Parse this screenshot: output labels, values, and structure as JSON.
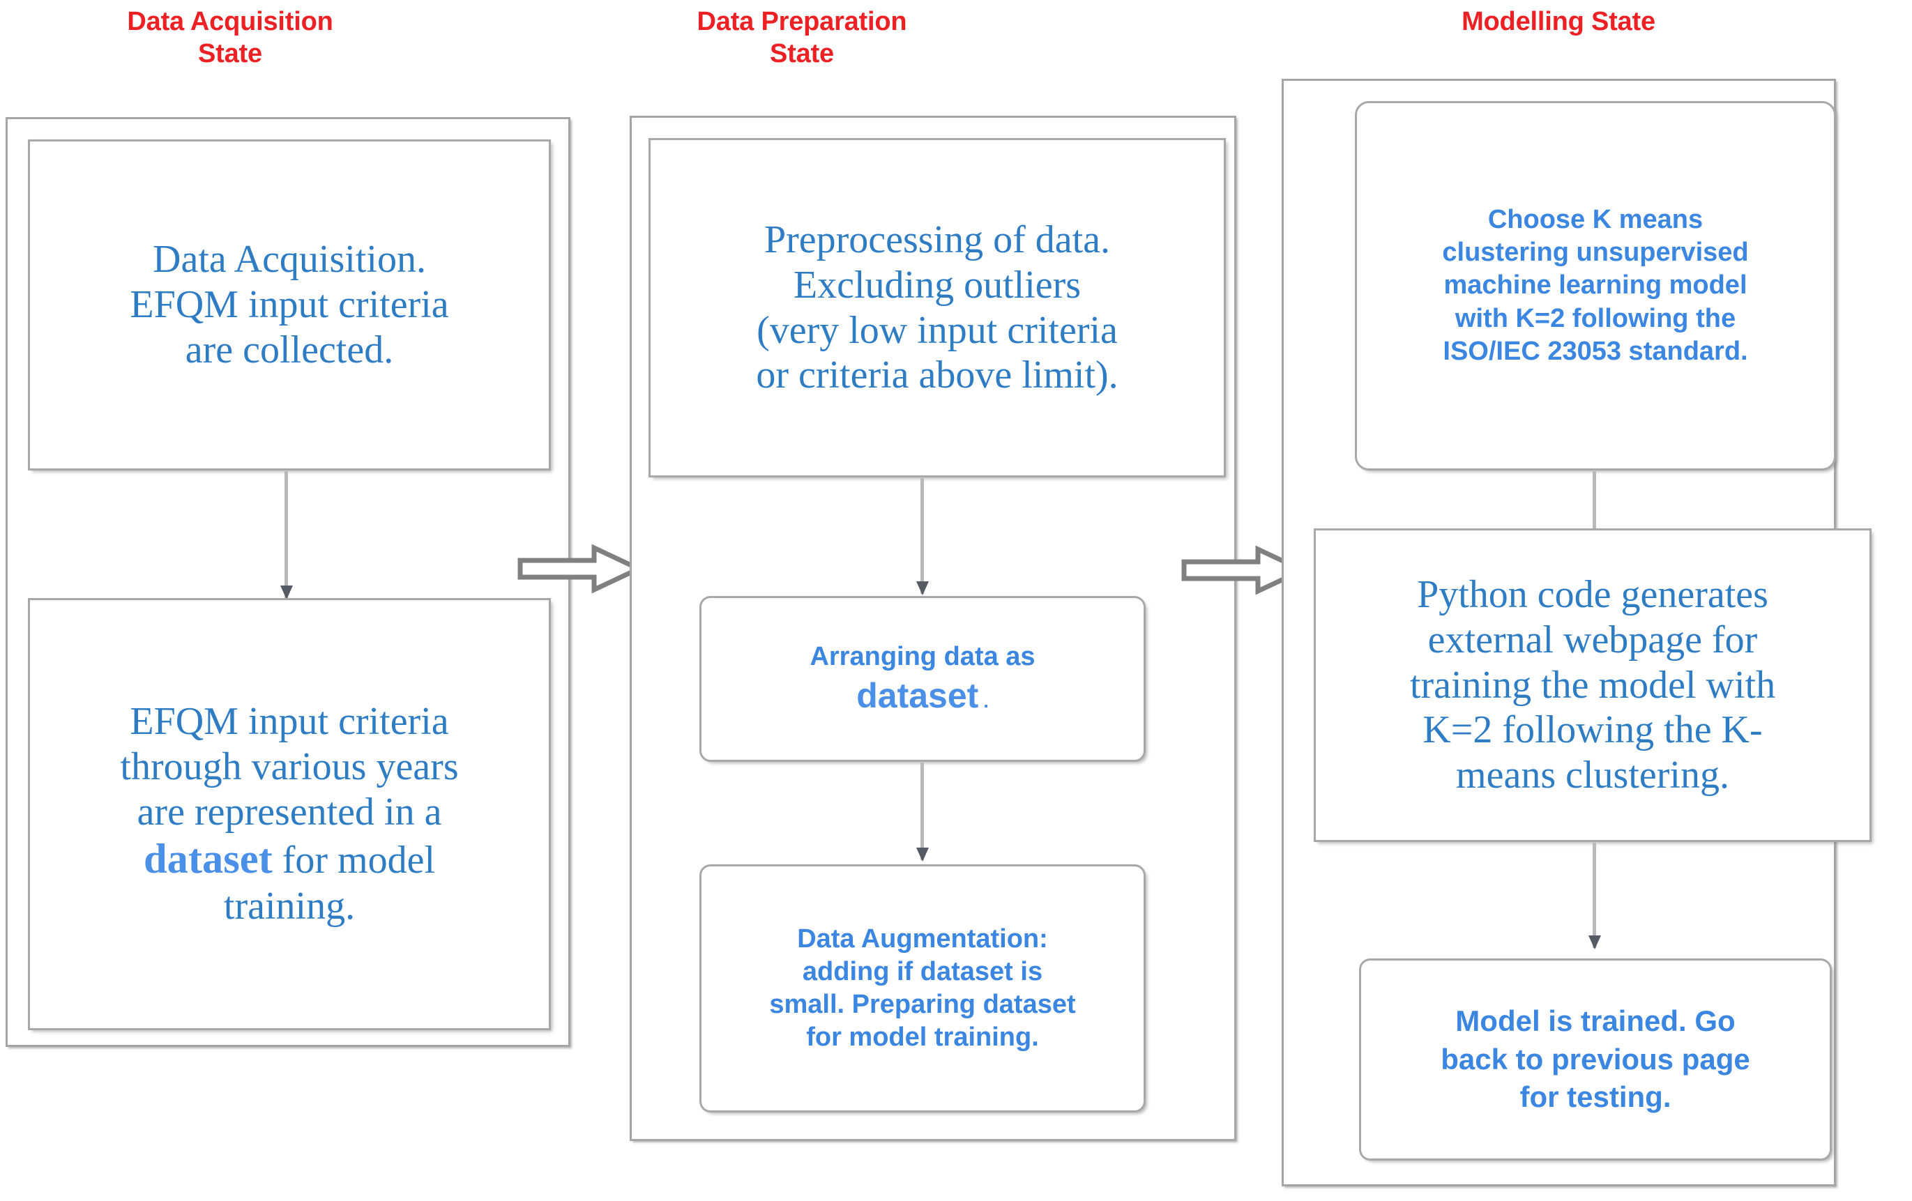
{
  "diagram": {
    "title_color": "#ED2024",
    "node_text_color": "#2E7CC4",
    "highlight_color": "#4A90E8",
    "border_color": "#a5a5a5",
    "arrow_color": "#808080",
    "columns": [
      {
        "id": "data-acquisition-state",
        "title": "Data Acquisition\nState",
        "nodes": [
          {
            "id": "data-acquisition",
            "text": "Data Acquisition.\nEFQM input criteria\nare collected.",
            "font": "serif"
          },
          {
            "id": "efqm-criteria-dataset",
            "text_before": "EFQM input criteria\nthrough various years\nare represented in a\n",
            "highlight": "dataset",
            "text_after": " for model\ntraining.",
            "font": "serif"
          }
        ]
      },
      {
        "id": "data-preparation-state",
        "title": "Data Preparation\nState",
        "nodes": [
          {
            "id": "preprocessing-of-data",
            "text": "Preprocessing of data.\nExcluding outliers\n(very low input criteria\nor criteria above limit).",
            "font": "serif"
          },
          {
            "id": "arranging-data-as-dataset",
            "text_before": "Arranging data as\n",
            "highlight": "dataset",
            "text_after": " .",
            "font": "sans"
          },
          {
            "id": "data-augmentation",
            "text": "Data Augmentation:\nadding if dataset is\nsmall. Preparing dataset\nfor model training.",
            "font": "sans"
          }
        ]
      },
      {
        "id": "modelling-state",
        "title": "Modelling State",
        "nodes": [
          {
            "id": "choose-k-means-model",
            "text": "Choose K means\nclustering unsupervised\nmachine learning model\nwith K=2 following the\nISO/IEC 23053 standard.",
            "font": "sans"
          },
          {
            "id": "python-code-generates-webpage",
            "text": "Python code generates\nexternal webpage for\ntraining the model with\nK=2 following the K-\nmeans clustering.",
            "font": "serif"
          },
          {
            "id": "model-is-trained",
            "text": "Model is trained. Go\nback to previous page\nfor testing.",
            "font": "sans"
          }
        ]
      }
    ],
    "stage_transitions": [
      {
        "id": "acquisition-to-preparation",
        "label": ""
      },
      {
        "id": "preparation-to-modelling",
        "label": ""
      }
    ]
  }
}
